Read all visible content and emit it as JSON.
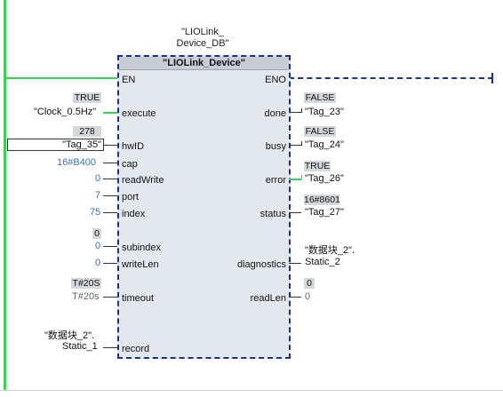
{
  "block": {
    "instance_db": "\"LIOLink_\nDevice_DB\"",
    "instance_db_line1": "\"LIOLink_",
    "instance_db_line2": "Device_DB\"",
    "name": "\"LIOLink_Device\"",
    "en": "EN",
    "eno": "ENO"
  },
  "inputs": [
    {
      "pin": "execute",
      "value": "TRUE",
      "tag": "\"Clock_0.5Hz\""
    },
    {
      "pin": "hwID",
      "value": "278",
      "tag": "\"Tag_35\""
    },
    {
      "pin": "cap",
      "tag": "16#B400"
    },
    {
      "pin": "readWrite",
      "tag": "0"
    },
    {
      "pin": "port",
      "tag": "7"
    },
    {
      "pin": "index",
      "tag": "75"
    },
    {
      "pin": "subindex",
      "value": "0",
      "tag": "0"
    },
    {
      "pin": "writeLen",
      "tag": "0"
    },
    {
      "pin": "timeout",
      "value": "T#20S",
      "tag": "T#20s"
    },
    {
      "pin": "record",
      "tag_line1": "\"数据块_2\".",
      "tag_line2": "Static_1"
    }
  ],
  "outputs": [
    {
      "pin": "done",
      "value": "FALSE",
      "tag": "\"Tag_23\""
    },
    {
      "pin": "busy",
      "value": "FALSE",
      "tag": "\"Tag_24\""
    },
    {
      "pin": "error",
      "value": "TRUE",
      "tag": "\"Tag_26\""
    },
    {
      "pin": "status",
      "value": "16#8601",
      "tag": "\"Tag_27\""
    },
    {
      "pin": "diagnostics",
      "tag_line1": "\"数据块_2\".",
      "tag_line2": "Static_2"
    },
    {
      "pin": "readLen",
      "value": "0",
      "tag": "0"
    }
  ],
  "colors": {
    "powerflow": "#39d353",
    "block_border": "#1a2f95",
    "block_fill": "#e3e8ef",
    "constant_text": "#3a6fb0"
  }
}
